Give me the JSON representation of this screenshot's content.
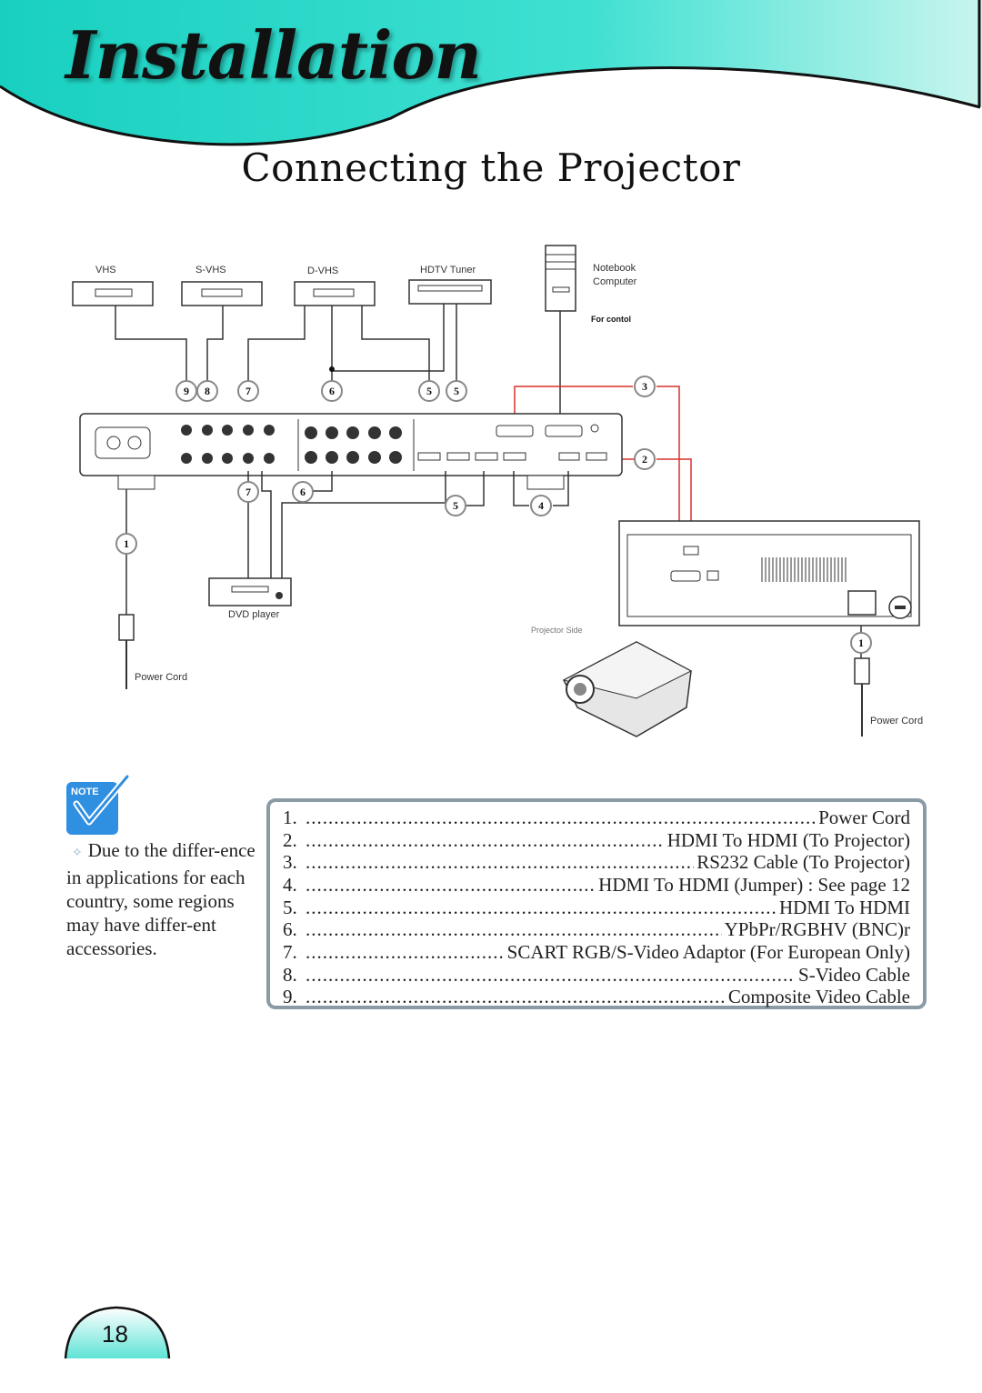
{
  "header": {
    "title": "Installation"
  },
  "section": {
    "title": "Connecting the Projector"
  },
  "diagram": {
    "devices": {
      "vhs": "VHS",
      "svhs": "S-VHS",
      "dvhs": "D-VHS",
      "hdtv": "HDTV Tuner",
      "notebook": "Notebook\nComputer",
      "notebook_line1": "Notebook",
      "notebook_line2": "Computer",
      "for_control": "For contol",
      "dvd": "DVD player",
      "power_cord": "Power Cord",
      "projector_side": "Projector Side"
    },
    "callouts": [
      "9",
      "8",
      "7",
      "6",
      "5",
      "5",
      "3",
      "2",
      "7",
      "6",
      "5",
      "4",
      "1",
      "1"
    ]
  },
  "note": {
    "badge": "NOTE",
    "text": "Due to the differ-ence in applications for each country, some regions may have differ-ent accessories."
  },
  "legend": [
    {
      "num": "1.",
      "label": "Power Cord"
    },
    {
      "num": "2.",
      "label": "HDMI To HDMI (To Projector)"
    },
    {
      "num": "3.",
      "label": "RS232 Cable (To Projector)"
    },
    {
      "num": "4.",
      "label": "HDMI To HDMI (Jumper) : See page 12"
    },
    {
      "num": "5.",
      "label": "HDMI To HDMI"
    },
    {
      "num": "6.",
      "label": "YPbPr/RGBHV (BNC)r"
    },
    {
      "num": "7.",
      "label": "SCART RGB/S-Video Adaptor (For European Only)"
    },
    {
      "num": "8.",
      "label": "S-Video Cable"
    },
    {
      "num": "9.",
      "label": "Composite Video Cable"
    }
  ],
  "page_number": "18",
  "colors": {
    "header_teal": "#2fd8c8",
    "callout_line": "#d8302a",
    "legend_border": "#8b9ba5"
  }
}
